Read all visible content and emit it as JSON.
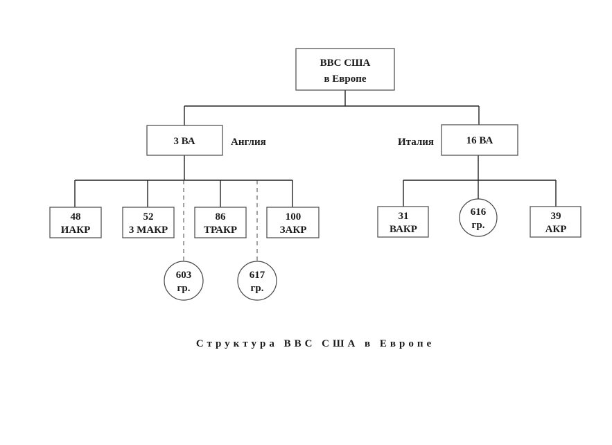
{
  "root": {
    "lines": [
      "ВВС США",
      "в Европе"
    ]
  },
  "branches": [
    {
      "id": "3va",
      "label": "3 ВА",
      "region": "Англия",
      "children": [
        {
          "lines": [
            "48",
            "ИАКР"
          ],
          "shape": "box",
          "link": "solid"
        },
        {
          "lines": [
            "52",
            "3 МАКР"
          ],
          "shape": "box",
          "link": "solid"
        },
        {
          "lines": [
            "86",
            "ТРАКР"
          ],
          "shape": "box",
          "link": "solid"
        },
        {
          "lines": [
            "100",
            "ЗАКР"
          ],
          "shape": "box",
          "link": "solid"
        }
      ],
      "dashed_children": [
        {
          "lines": [
            "603",
            "гр."
          ],
          "shape": "circle",
          "link": "dashed"
        },
        {
          "lines": [
            "617",
            "гр."
          ],
          "shape": "circle",
          "link": "dashed"
        }
      ]
    },
    {
      "id": "16va",
      "label": "16 ВА",
      "region": "Италия",
      "children": [
        {
          "lines": [
            "31",
            "ВАКР"
          ],
          "shape": "box",
          "link": "solid"
        },
        {
          "lines": [
            "616",
            "гр."
          ],
          "shape": "circle",
          "link": "solid"
        },
        {
          "lines": [
            "39",
            "АКР"
          ],
          "shape": "box",
          "link": "solid"
        }
      ]
    }
  ],
  "caption": "Структура ВВС США в Европе"
}
